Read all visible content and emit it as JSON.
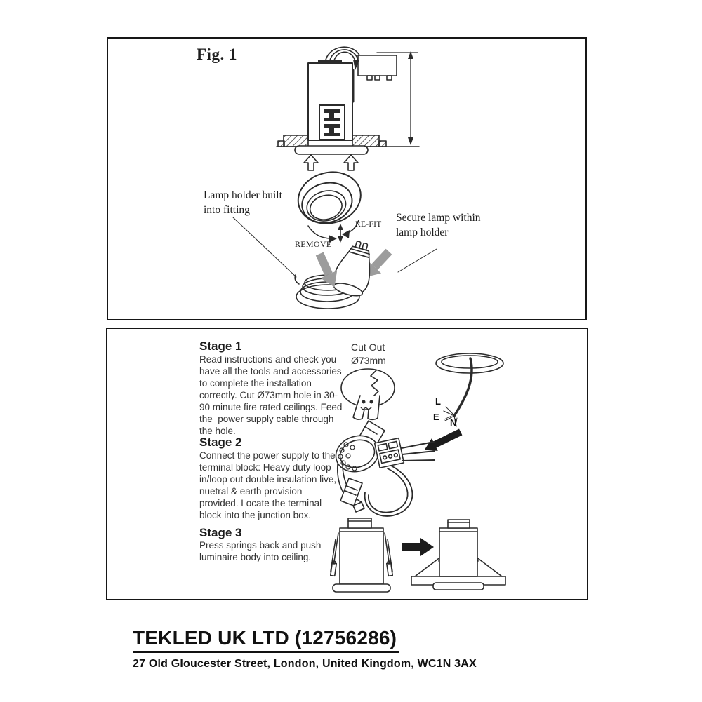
{
  "figure1": {
    "title": "Fig. 1",
    "callout_left": "Lamp holder built\ninto fitting",
    "callout_right": "Secure lamp within\nlamp holder",
    "arrow_label_remove": "REMOVE",
    "arrow_label_refit": "RE-FIT"
  },
  "stages": {
    "cutout_title": "Cut Out",
    "cutout_diameter": "Ø73mm",
    "wire_live": "L",
    "wire_earth": "E",
    "wire_neutral": "N",
    "stage1_title": "Stage 1",
    "stage1_body": "Read instructions and check you\nhave all the tools and accessories\nto complete the installation\ncorrectly. Cut Ø73mm hole in 30-\n90 minute fire rated ceilings. Feed\nthe  power supply cable through\nthe hole.",
    "stage2_title": "Stage 2",
    "stage2_body": "Connect the power supply to the\nterminal block: Heavy duty loop\nin/loop out double insulation live,\nnuetral & earth provision\nprovided. Locate the terminal\nblock into the junction box.",
    "stage3_title": "Stage 3",
    "stage3_body": "Press springs back and push\nluminaire body into ceiling."
  },
  "footer": {
    "company": "TEKLED UK LTD (12756286)",
    "address": "27 Old Gloucester Street, London, United Kingdom, WC1N 3AX"
  },
  "colors": {
    "ink": "#2b2b2b",
    "gray_arrow": "#9c9c9c",
    "background": "#ffffff"
  }
}
